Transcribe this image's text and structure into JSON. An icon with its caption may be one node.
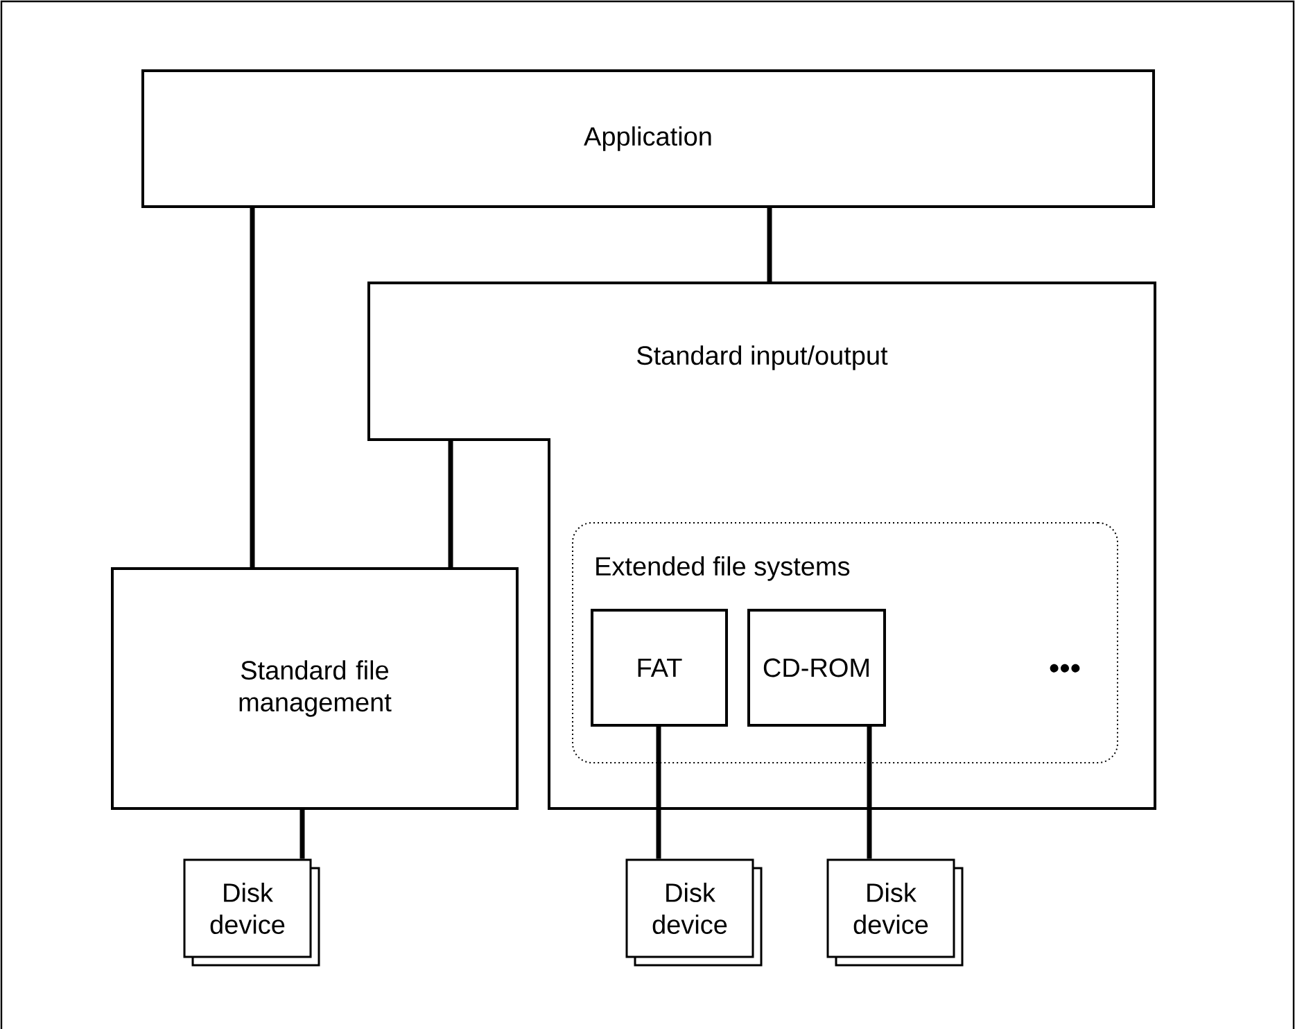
{
  "diagram": {
    "nodes": [
      {
        "text": [
          "Application"
        ]
      },
      {
        "text": [
          "Standard input/output"
        ]
      },
      {
        "text": [
          "Extended file systems"
        ],
        "in": 1
      },
      {
        "text": [
          "FAT"
        ],
        "in": 2
      },
      {
        "text": [
          "CD-ROM"
        ],
        "in": 2
      },
      {
        "text": [
          "Standard file management"
        ]
      },
      {
        "text": [
          "Disk device"
        ]
      },
      {
        "text": [
          "Disk device"
        ]
      },
      {
        "text": [
          "Disk device"
        ]
      }
    ],
    "edges": [
      {
        "from": 0,
        "to": 5,
        "arrow": "none"
      },
      {
        "from": 0,
        "to": 1,
        "arrow": "none"
      },
      {
        "from": 1,
        "to": 5,
        "arrow": "none"
      },
      {
        "from": 5,
        "to": 6,
        "arrow": "none"
      },
      {
        "from": 3,
        "to": 7,
        "arrow": "none"
      },
      {
        "from": 4,
        "to": 8,
        "arrow": "none"
      }
    ],
    "labels": [
      "•••"
    ]
  }
}
